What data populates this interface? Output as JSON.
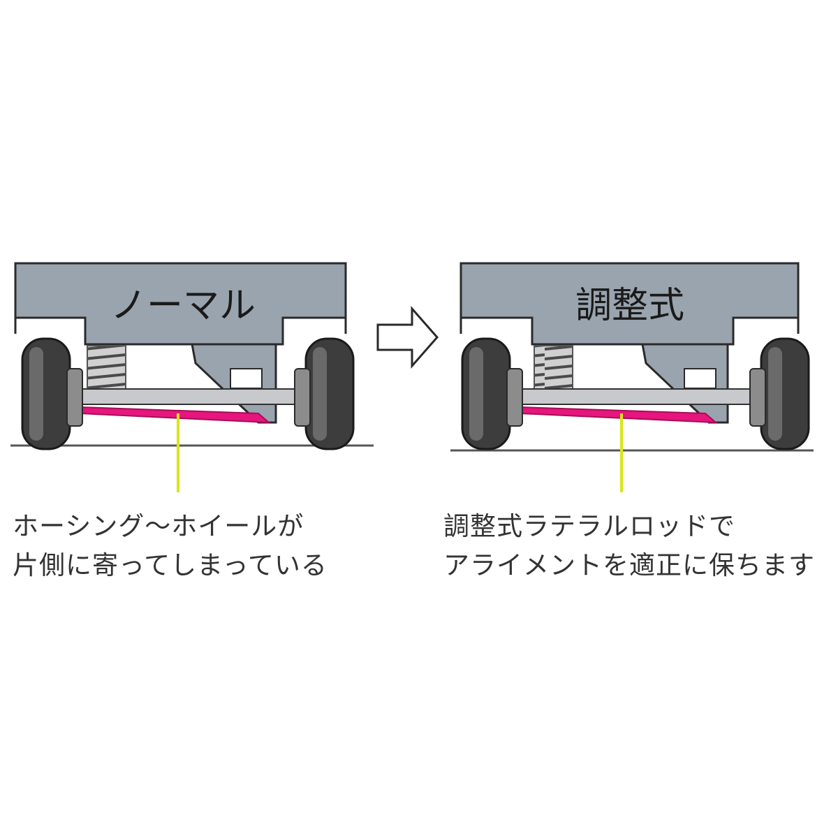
{
  "colors": {
    "body": "#9aa4af",
    "outline": "#2a2a2a",
    "tire": "#3d3d3d",
    "tire_highlight": "#6a6a6a",
    "hub": "#8c8c8c",
    "axle": "#c7c9cc",
    "rod": "#e6167e",
    "rod_shadow": "#a80d57",
    "leader": "#d8e61a",
    "ground": "#555555"
  },
  "left_panel": {
    "label": "ノーマル",
    "caption": [
      "ホーシング～ホイールが",
      "片側に寄ってしまっている"
    ]
  },
  "right_panel": {
    "label": "調整式",
    "caption": [
      "調整式ラテラルロッドで",
      "アライメントを適正に保ちます"
    ]
  },
  "arrow": {
    "icon": "right-arrow-icon"
  }
}
